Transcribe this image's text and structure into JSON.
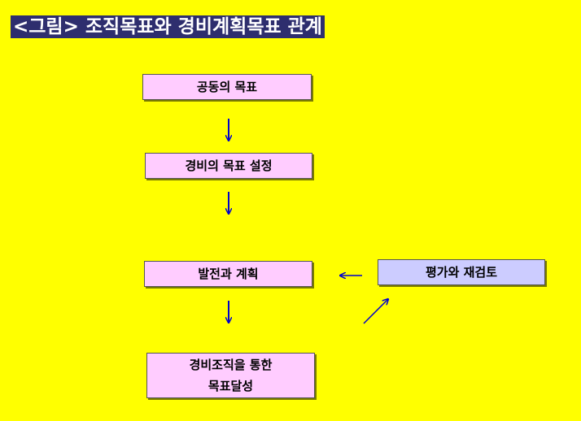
{
  "title": "<그림> 조직목표와 경비계획목표 관계",
  "nodes": {
    "common_goal": "공동의 목표",
    "security_goal": "경비의 목표 설정",
    "development_plan": "발전과 계획",
    "evaluation": "평가와 재검토",
    "achievement_line1": "경비조직을 통한",
    "achievement_line2": "목표달성"
  },
  "colors": {
    "background": "#ffff00",
    "title_bg": "#2e2e6e",
    "box_pink": "#ffccff",
    "box_lavender": "#ccccff",
    "arrow": "#0000cc"
  },
  "edges": [
    {
      "from": "common_goal",
      "to": "security_goal"
    },
    {
      "from": "security_goal",
      "to": "development_plan"
    },
    {
      "from": "development_plan",
      "to": "achievement"
    },
    {
      "from": "achievement",
      "to": "evaluation"
    },
    {
      "from": "evaluation",
      "to": "development_plan"
    }
  ]
}
